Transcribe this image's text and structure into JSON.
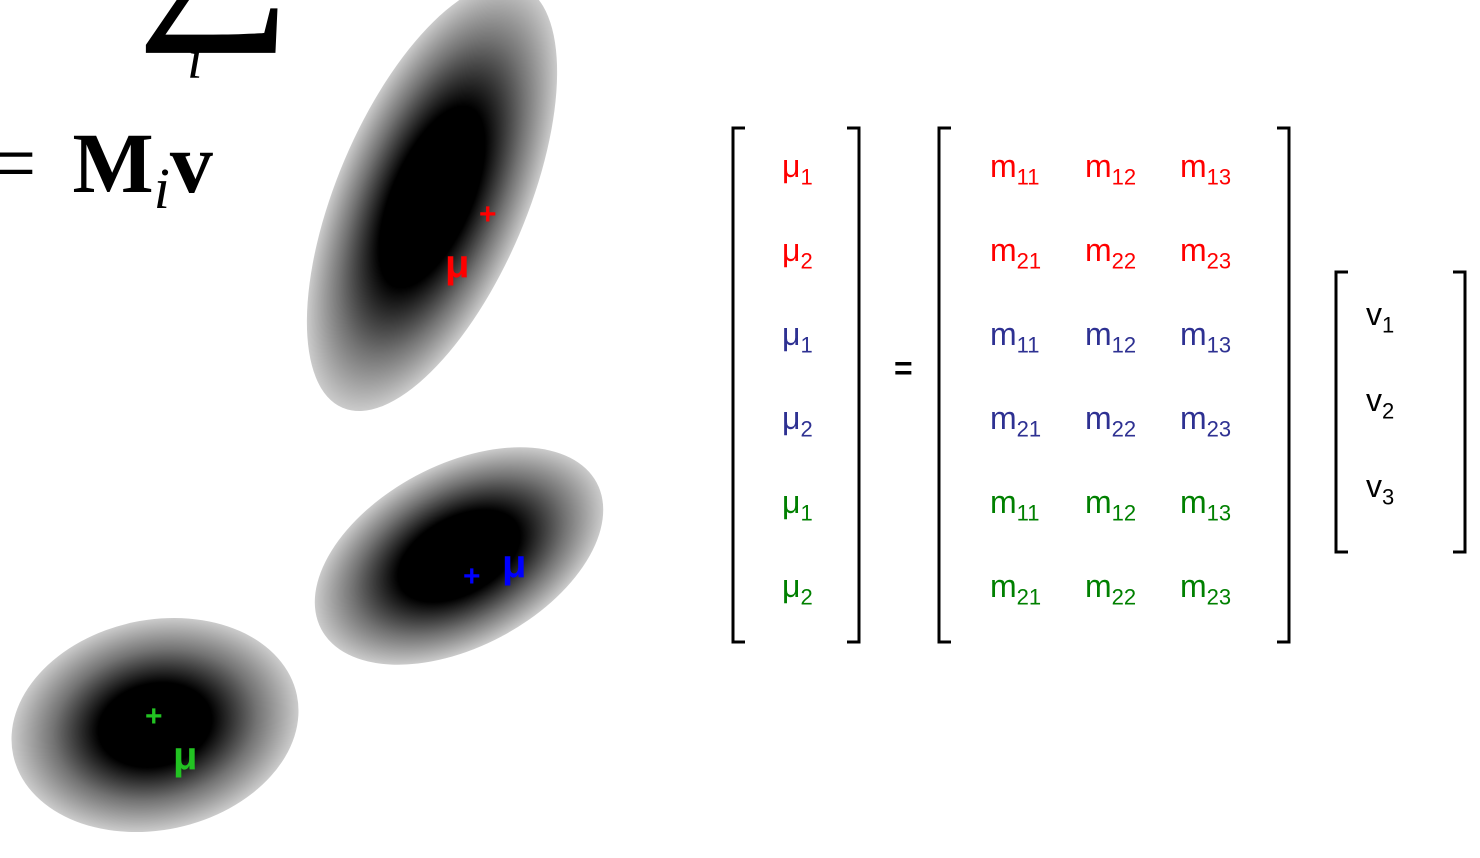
{
  "colors": {
    "red": "#ff0000",
    "blue": "#2e3192",
    "blue_marker": "#0000ff",
    "green": "#008000",
    "green_marker": "#22c322",
    "black": "#000000"
  },
  "equation": {
    "sum_symbol": "∑",
    "index": "i",
    "equals": "=",
    "matrix": "M",
    "matrix_index": "i",
    "vector": "v"
  },
  "markers": [
    {
      "plus": "+",
      "label": "μ",
      "color": "red"
    },
    {
      "plus": "+",
      "label": "μ",
      "color": "blue"
    },
    {
      "plus": "+",
      "label": "μ",
      "color": "green"
    }
  ],
  "mu_vector": [
    {
      "base": "μ",
      "sub": "1",
      "color": "red"
    },
    {
      "base": "μ",
      "sub": "2",
      "color": "red"
    },
    {
      "base": "μ",
      "sub": "1",
      "color": "blue"
    },
    {
      "base": "μ",
      "sub": "2",
      "color": "blue"
    },
    {
      "base": "μ",
      "sub": "1",
      "color": "green"
    },
    {
      "base": "μ",
      "sub": "2",
      "color": "green"
    }
  ],
  "equals_sign": "=",
  "m_matrix": [
    {
      "color": "red",
      "cells": [
        [
          "m",
          "11"
        ],
        [
          "m",
          "12"
        ],
        [
          "m",
          "13"
        ]
      ]
    },
    {
      "color": "red",
      "cells": [
        [
          "m",
          "21"
        ],
        [
          "m",
          "22"
        ],
        [
          "m",
          "23"
        ]
      ]
    },
    {
      "color": "blue",
      "cells": [
        [
          "m",
          "11"
        ],
        [
          "m",
          "12"
        ],
        [
          "m",
          "13"
        ]
      ]
    },
    {
      "color": "blue",
      "cells": [
        [
          "m",
          "21"
        ],
        [
          "m",
          "22"
        ],
        [
          "m",
          "23"
        ]
      ]
    },
    {
      "color": "green",
      "cells": [
        [
          "m",
          "11"
        ],
        [
          "m",
          "12"
        ],
        [
          "m",
          "13"
        ]
      ]
    },
    {
      "color": "green",
      "cells": [
        [
          "m",
          "21"
        ],
        [
          "m",
          "22"
        ],
        [
          "m",
          "23"
        ]
      ]
    }
  ],
  "v_vector": [
    {
      "base": "v",
      "sub": "1"
    },
    {
      "base": "v",
      "sub": "2"
    },
    {
      "base": "v",
      "sub": "3"
    }
  ]
}
